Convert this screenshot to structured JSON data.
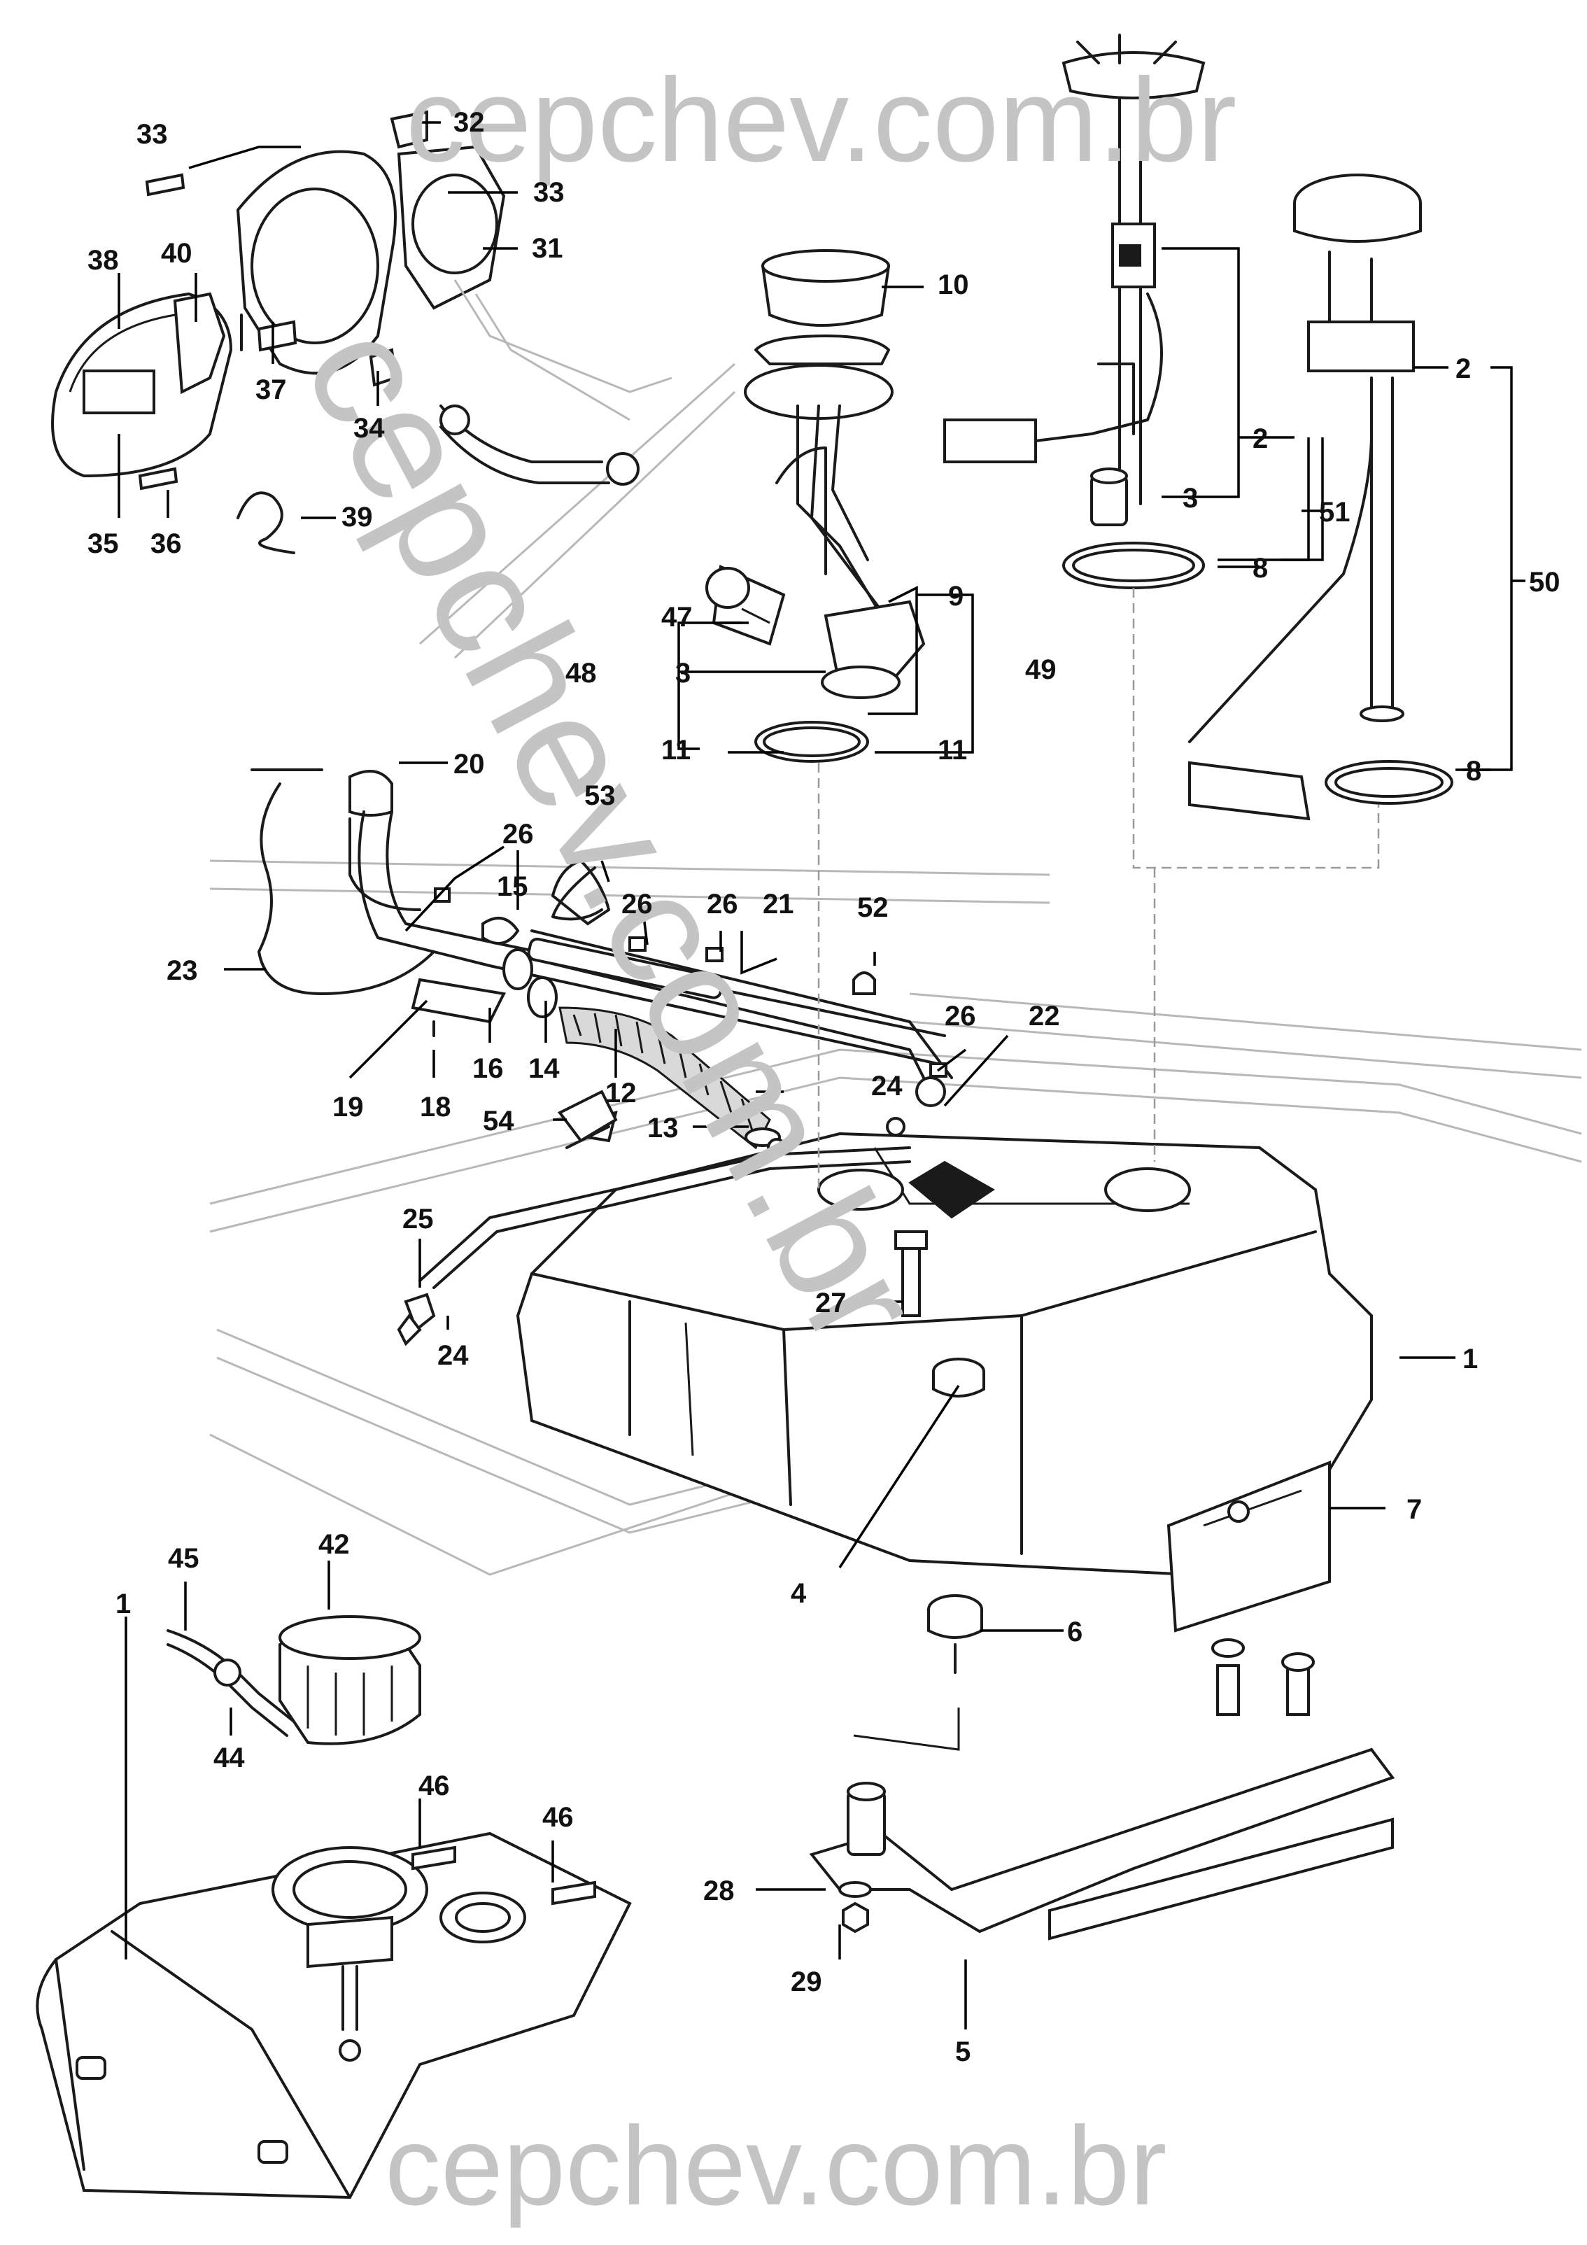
{
  "watermark": {
    "text": "cepchev.com.br",
    "color": "#c4c4c4"
  },
  "labels": {
    "p1a": "1",
    "p1b": "1",
    "p2a": "2",
    "p2b": "2",
    "p3a": "3",
    "p3b": "3",
    "p4": "4",
    "p5": "5",
    "p6": "6",
    "p7": "7",
    "p8a": "8",
    "p8b": "8",
    "p9": "9",
    "p10": "10",
    "p11a": "11",
    "p11b": "11",
    "p12": "12",
    "p13": "13",
    "p14": "14",
    "p15": "15",
    "p16": "16",
    "p18": "18",
    "p19": "19",
    "p20": "20",
    "p21": "21",
    "p22": "22",
    "p23": "23",
    "p24a": "24",
    "p24b": "24",
    "p25": "25",
    "p26a": "26",
    "p26b": "26",
    "p26c": "26",
    "p26d": "26",
    "p27": "27",
    "p28": "28",
    "p29": "29",
    "p31": "31",
    "p32": "32",
    "p33a": "33",
    "p33b": "33",
    "p34": "34",
    "p35": "35",
    "p36": "36",
    "p37": "37",
    "p38": "38",
    "p39": "39",
    "p40": "40",
    "p42": "42",
    "p44": "44",
    "p45": "45",
    "p46a": "46",
    "p46b": "46",
    "p47": "47",
    "p48": "48",
    "p49": "49",
    "p50": "50",
    "p51": "51",
    "p52": "52",
    "p53": "53",
    "p54": "54"
  }
}
